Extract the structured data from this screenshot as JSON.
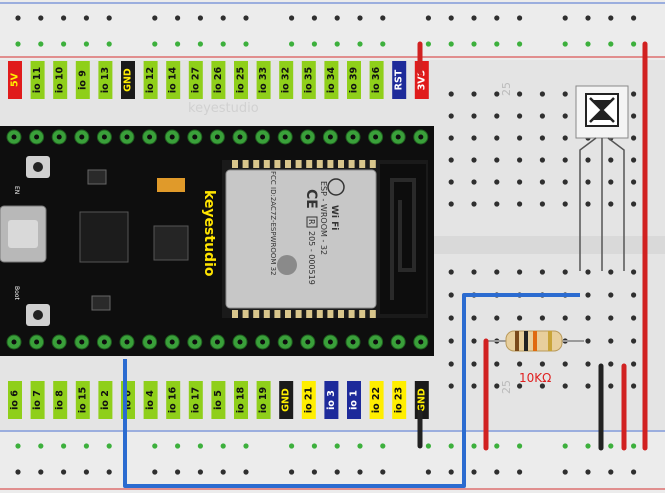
{
  "board": {
    "brand_rotated": "keyestudio",
    "brand_watermark": "keyestudio",
    "en_label": "EN",
    "boot_label": "Boot",
    "module": {
      "wifi_text": "Wi Fi",
      "model": "ESP - WROOM - 32",
      "code": "205 - 000519",
      "fcc": "FCC ID:2AC7Z-ESPWROOM 32",
      "ce": "CE",
      "r_mark": "R"
    }
  },
  "top_header_pins": [
    "5V",
    "io 11",
    "io 10",
    "io 9",
    "io 13",
    "GND",
    "io 12",
    "io 14",
    "io 27",
    "io 26",
    "io 25",
    "io 33",
    "io 32",
    "io 35",
    "io 34",
    "io 39",
    "io 36",
    "RST",
    "3V3"
  ],
  "bottom_header_pins": [
    "io 6",
    "io 7",
    "io 8",
    "io 15",
    "io 2",
    "io 0",
    "io 4",
    "io 16",
    "io 17",
    "io 5",
    "io 18",
    "io 19",
    "GND",
    "io 21",
    "io 3",
    "io 1",
    "io 22",
    "io 23",
    "GND"
  ],
  "breadboard": {
    "column_label": "25"
  },
  "resistor": {
    "value_label": "10KΩ"
  },
  "colors": {
    "wire_blue": "#2b6bd0",
    "wire_red": "#d12121",
    "wire_black": "#222222",
    "pin_green": "#8fcf1a",
    "pin_red": "#e01b1b",
    "pin_black": "#1a1a1a",
    "pin_yellow": "#ffee00",
    "pin_navy": "#1d2a9a",
    "board": "#101010",
    "breadboard": "#e4e4e4",
    "hole": "#2f2f2f",
    "hole_connected": "#3db03d"
  }
}
